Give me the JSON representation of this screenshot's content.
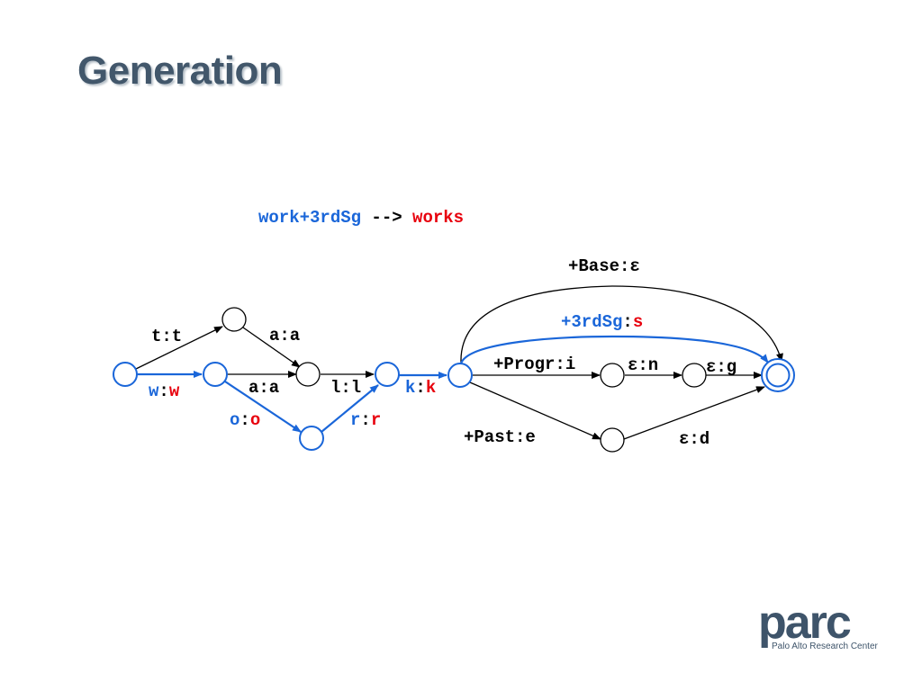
{
  "slide": {
    "title": "Generation"
  },
  "example": {
    "input": "work+3rdSg",
    "arrow": " --> ",
    "output": "works"
  },
  "colors": {
    "path": "#1a66d9",
    "output": "#e8000d",
    "plain": "#000000",
    "title": "#42576b"
  },
  "labels": {
    "t_t": "t:t",
    "a_a_top": "a:a",
    "w_in": "w",
    "w_out": "w",
    "a_a_mid": "a:a",
    "o_in": "o",
    "o_out": "o",
    "l_l": "l:l",
    "r_in": "r",
    "r_out": "r",
    "k_in": "k",
    "k_out": "k",
    "sep": ":",
    "base": "+Base:ε",
    "sg_in": "+3rdSg",
    "sg_out": "s",
    "progr": "+Progr:i",
    "eps_n": "ε:n",
    "eps_g": "ε:g",
    "past": "+Past:e",
    "eps_d": "ε:d"
  },
  "logo": {
    "word": "parc",
    "subtitle": "Palo Alto Research Center"
  }
}
